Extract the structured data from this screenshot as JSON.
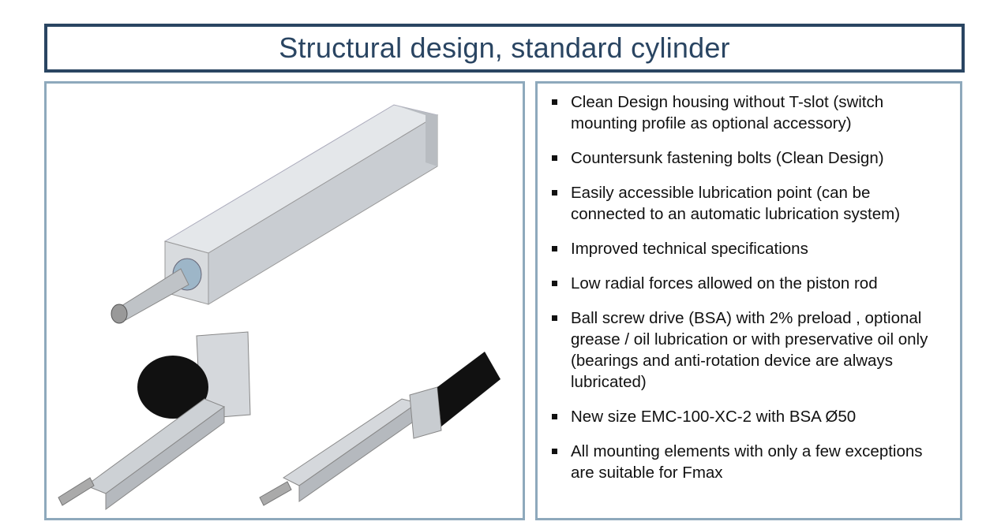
{
  "title": "Structural design, standard cylinder",
  "bullets": [
    "Clean Design housing without T-slot (switch mounting profile as optional accessory)",
    "Countersunk fastening bolts (Clean Design)",
    "Easily accessible lubrication point (can be connected to an automatic lubrication system)",
    "Improved technical specifications",
    "Low radial forces allowed on the piston rod",
    "Ball screw drive (BSA) with 2% preload , optional grease / oil lubrication or with preservative oil only (bearings and anti-rotation device are always lubricated)",
    "New size EMC-100-XC-2 with BSA Ø50",
    "All mounting elements with only a few exceptions are suitable for Fmax"
  ],
  "colors": {
    "title_border": "#2a4562",
    "panel_border": "#8ea9bc"
  }
}
